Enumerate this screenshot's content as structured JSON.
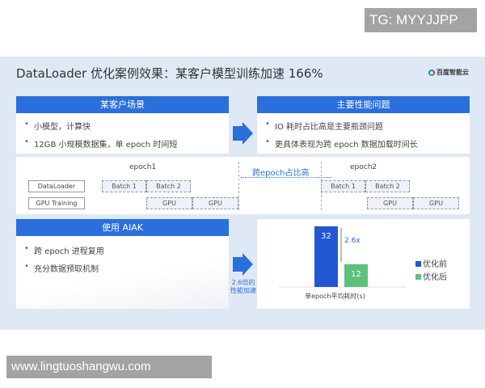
{
  "watermark_top": "TG: MYYJJPP",
  "watermark_bottom": "www.lingtuoshangwu.com",
  "slide": {
    "title": "DataLoader 优化案例效果：某客户模型训练加速 166%",
    "logo": "百度智能云",
    "scenario": {
      "header": "某客户场景",
      "items": [
        "小模型，计算快",
        "12GB 小规模数据集，单 epoch 时间短"
      ]
    },
    "problem": {
      "header": "主要性能问题",
      "items": [
        "IO 耗时占比高是主要瓶颈问题",
        "更具体表现为跨 epoch 数据加载时间长"
      ]
    },
    "timeline": {
      "rows": [
        "DataLoader",
        "GPU Training"
      ],
      "epoch1": "epoch1",
      "epoch2": "epoch2",
      "gap_label": "跨epoch占比高",
      "batch1": "Batch 1",
      "batch2": "Batch 2",
      "gpu": "GPU"
    },
    "solution": {
      "header": "使用 AIAK",
      "items": [
        "跨 epoch 进程复用",
        "充分数据预取机制"
      ]
    },
    "speedup_label_1": "2.6倍的",
    "speedup_label_2": "性能加速",
    "chart_data": {
      "type": "bar",
      "categories": [
        "优化前",
        "优化后"
      ],
      "values": [
        32,
        12
      ],
      "xlabel": "单epoch平均耗时(s)",
      "annotation": "2.6x",
      "colors": [
        "#2257d4",
        "#5cc17d"
      ],
      "legend": [
        "优化前",
        "优化后"
      ],
      "legend_position": "right"
    }
  }
}
